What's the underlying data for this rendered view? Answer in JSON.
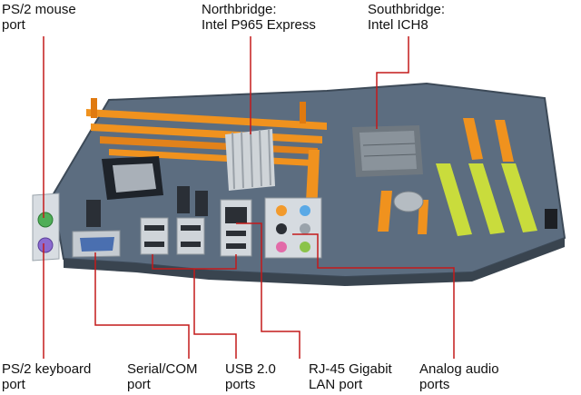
{
  "labels": {
    "ps2_mouse": {
      "line1": "PS/2 mouse",
      "line2": "port"
    },
    "northbridge": {
      "line1": "Northbridge:",
      "line2": "Intel P965 Express"
    },
    "southbridge": {
      "line1": "Southbridge:",
      "line2": "Intel ICH8"
    },
    "ps2_keyboard": {
      "line1": "PS/2 keyboard",
      "line2": "port"
    },
    "serial_com": {
      "line1": "Serial/COM",
      "line2": "port"
    },
    "usb": {
      "line1": "USB 2.0",
      "line2": "ports"
    },
    "rj45": {
      "line1": "RJ-45 Gigabit",
      "line2": "LAN port"
    },
    "audio": {
      "line1": "Analog audio",
      "line2": "ports"
    }
  },
  "colors": {
    "callout_line": "#c41a1a",
    "board": "#5c6d80",
    "dimm_slot": "#f0921e",
    "pci_slot": "#c9dc3c",
    "mouse_port": "#4fae57",
    "keyboard_port": "#8c6bd0",
    "serial_port": "#4a6fb0"
  },
  "icons": [
    "motherboard-illustration"
  ]
}
